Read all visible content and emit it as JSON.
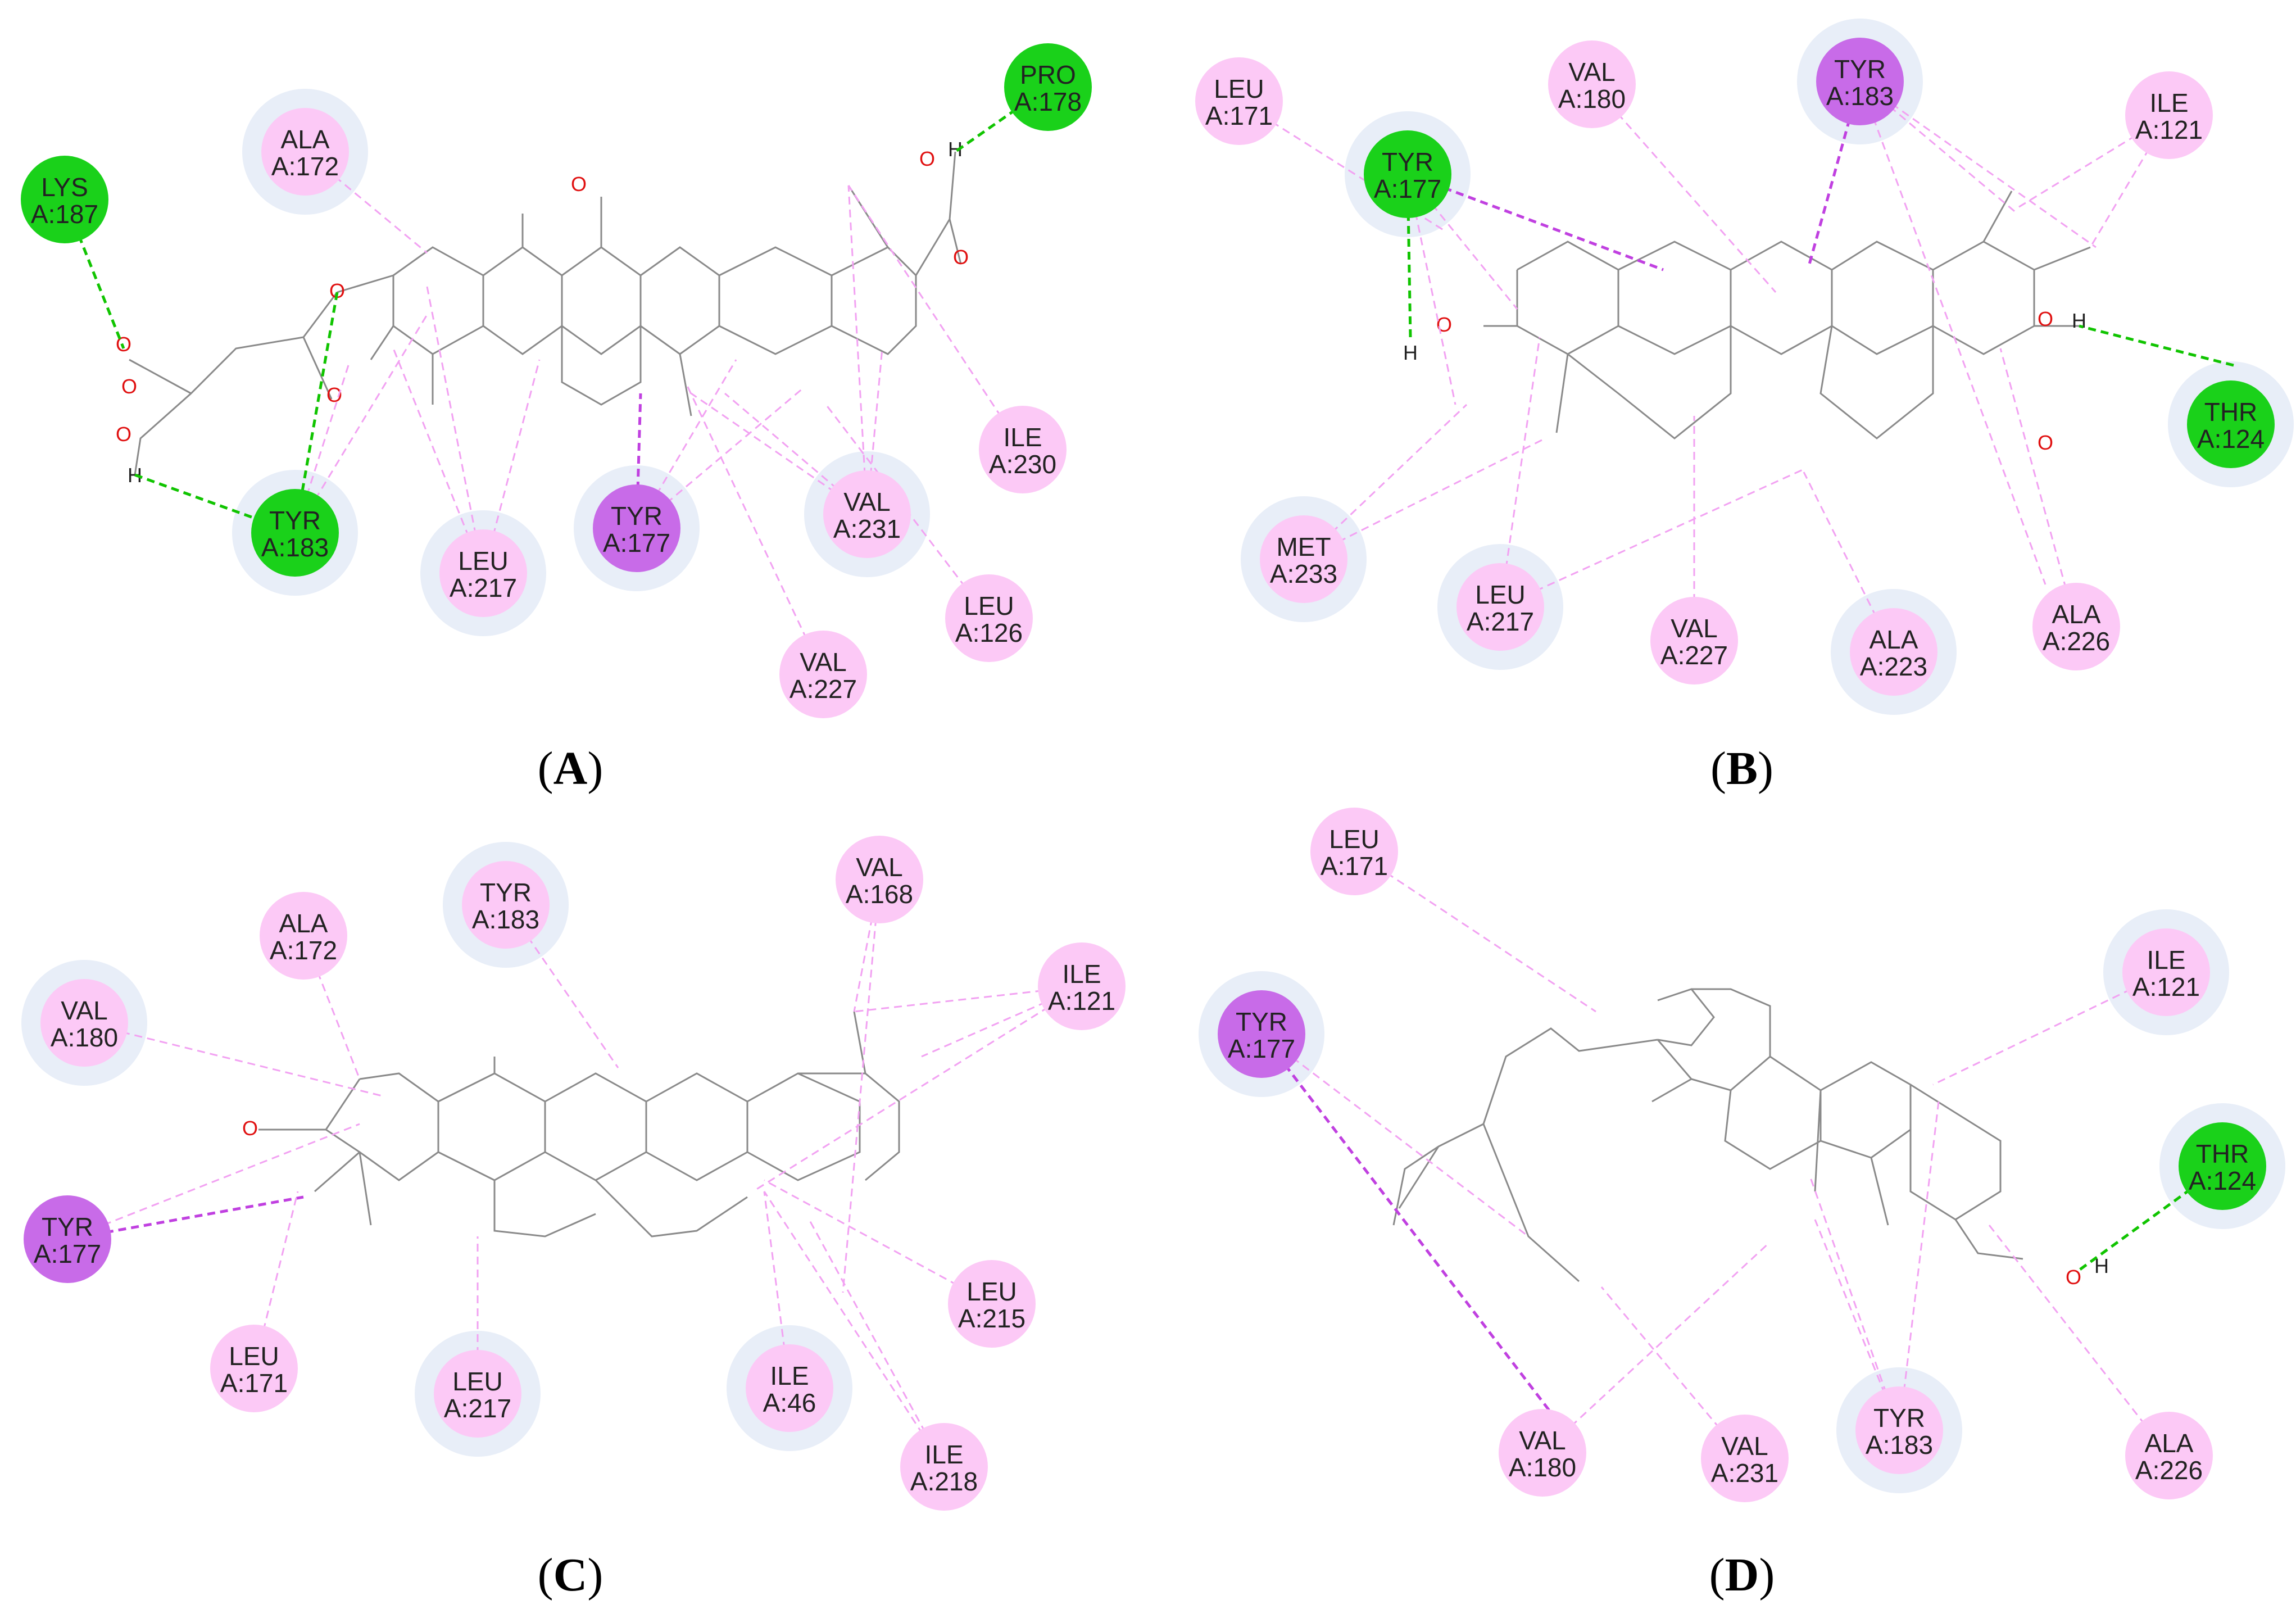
{
  "colors": {
    "hbond": "#10c400",
    "pi_alkyl": "#f2a2f2",
    "pi_sigma": "#c040e0",
    "alkyl_fill": "#fcc9f6",
    "pisigma_fill": "#c86be8",
    "hbond_fill": "#1ad11a",
    "halo": "#e8eef8",
    "bond": "#8a8a8a",
    "oxygen": "#e01010"
  },
  "panels": [
    {
      "label": "A",
      "paren_open": "(",
      "paren_close": ")"
    },
    {
      "label": "B",
      "paren_open": "(",
      "paren_close": ")"
    },
    {
      "label": "C",
      "paren_open": "(",
      "paren_close": ")"
    },
    {
      "label": "D",
      "paren_open": "(",
      "paren_close": ")"
    }
  ],
  "atoms": {
    "oxygen": "O",
    "hydrogen": "H"
  },
  "residues": [
    {
      "panel": "A",
      "name": "LYS",
      "id": "A:187",
      "type": "hbond"
    },
    {
      "panel": "A",
      "name": "ALA",
      "id": "A:172",
      "type": "alkyl"
    },
    {
      "panel": "A",
      "name": "PRO",
      "id": "A:178",
      "type": "hbond"
    },
    {
      "panel": "A",
      "name": "TYR",
      "id": "A:183",
      "type": "hbond"
    },
    {
      "panel": "A",
      "name": "LEU",
      "id": "A:217",
      "type": "alkyl"
    },
    {
      "panel": "A",
      "name": "TYR",
      "id": "A:177",
      "type": "pisigma"
    },
    {
      "panel": "A",
      "name": "VAL",
      "id": "A:231",
      "type": "alkyl"
    },
    {
      "panel": "A",
      "name": "ILE",
      "id": "A:230",
      "type": "alkyl"
    },
    {
      "panel": "A",
      "name": "LEU",
      "id": "A:126",
      "type": "alkyl"
    },
    {
      "panel": "A",
      "name": "VAL",
      "id": "A:227",
      "type": "alkyl"
    },
    {
      "panel": "B",
      "name": "LEU",
      "id": "A:171",
      "type": "alkyl"
    },
    {
      "panel": "B",
      "name": "VAL",
      "id": "A:180",
      "type": "alkyl"
    },
    {
      "panel": "B",
      "name": "TYR",
      "id": "A:183",
      "type": "pisigma"
    },
    {
      "panel": "B",
      "name": "ILE",
      "id": "A:121",
      "type": "alkyl"
    },
    {
      "panel": "B",
      "name": "TYR",
      "id": "A:177",
      "type": "hbond"
    },
    {
      "panel": "B",
      "name": "THR",
      "id": "A:124",
      "type": "hbond"
    },
    {
      "panel": "B",
      "name": "MET",
      "id": "A:233",
      "type": "alkyl"
    },
    {
      "panel": "B",
      "name": "LEU",
      "id": "A:217",
      "type": "alkyl"
    },
    {
      "panel": "B",
      "name": "VAL",
      "id": "A:227",
      "type": "alkyl"
    },
    {
      "panel": "B",
      "name": "ALA",
      "id": "A:223",
      "type": "alkyl"
    },
    {
      "panel": "B",
      "name": "ALA",
      "id": "A:226",
      "type": "alkyl"
    },
    {
      "panel": "C",
      "name": "TYR",
      "id": "A:183",
      "type": "alkyl"
    },
    {
      "panel": "C",
      "name": "VAL",
      "id": "A:168",
      "type": "alkyl"
    },
    {
      "panel": "C",
      "name": "ALA",
      "id": "A:172",
      "type": "alkyl"
    },
    {
      "panel": "C",
      "name": "ILE",
      "id": "A:121",
      "type": "alkyl"
    },
    {
      "panel": "C",
      "name": "VAL",
      "id": "A:180",
      "type": "alkyl"
    },
    {
      "panel": "C",
      "name": "TYR",
      "id": "A:177",
      "type": "pisigma"
    },
    {
      "panel": "C",
      "name": "LEU",
      "id": "A:215",
      "type": "alkyl"
    },
    {
      "panel": "C",
      "name": "LEU",
      "id": "A:171",
      "type": "alkyl"
    },
    {
      "panel": "C",
      "name": "LEU",
      "id": "A:217",
      "type": "alkyl"
    },
    {
      "panel": "C",
      "name": "ILE",
      "id": "A:46",
      "type": "alkyl"
    },
    {
      "panel": "C",
      "name": "ILE",
      "id": "A:218",
      "type": "alkyl"
    },
    {
      "panel": "D",
      "name": "LEU",
      "id": "A:171",
      "type": "alkyl"
    },
    {
      "panel": "D",
      "name": "ILE",
      "id": "A:121",
      "type": "alkyl"
    },
    {
      "panel": "D",
      "name": "TYR",
      "id": "A:177",
      "type": "pisigma"
    },
    {
      "panel": "D",
      "name": "THR",
      "id": "A:124",
      "type": "hbond"
    },
    {
      "panel": "D",
      "name": "VAL",
      "id": "A:180",
      "type": "alkyl"
    },
    {
      "panel": "D",
      "name": "VAL",
      "id": "A:231",
      "type": "alkyl"
    },
    {
      "panel": "D",
      "name": "TYR",
      "id": "A:183",
      "type": "alkyl"
    },
    {
      "panel": "D",
      "name": "ALA",
      "id": "A:226",
      "type": "alkyl"
    }
  ]
}
